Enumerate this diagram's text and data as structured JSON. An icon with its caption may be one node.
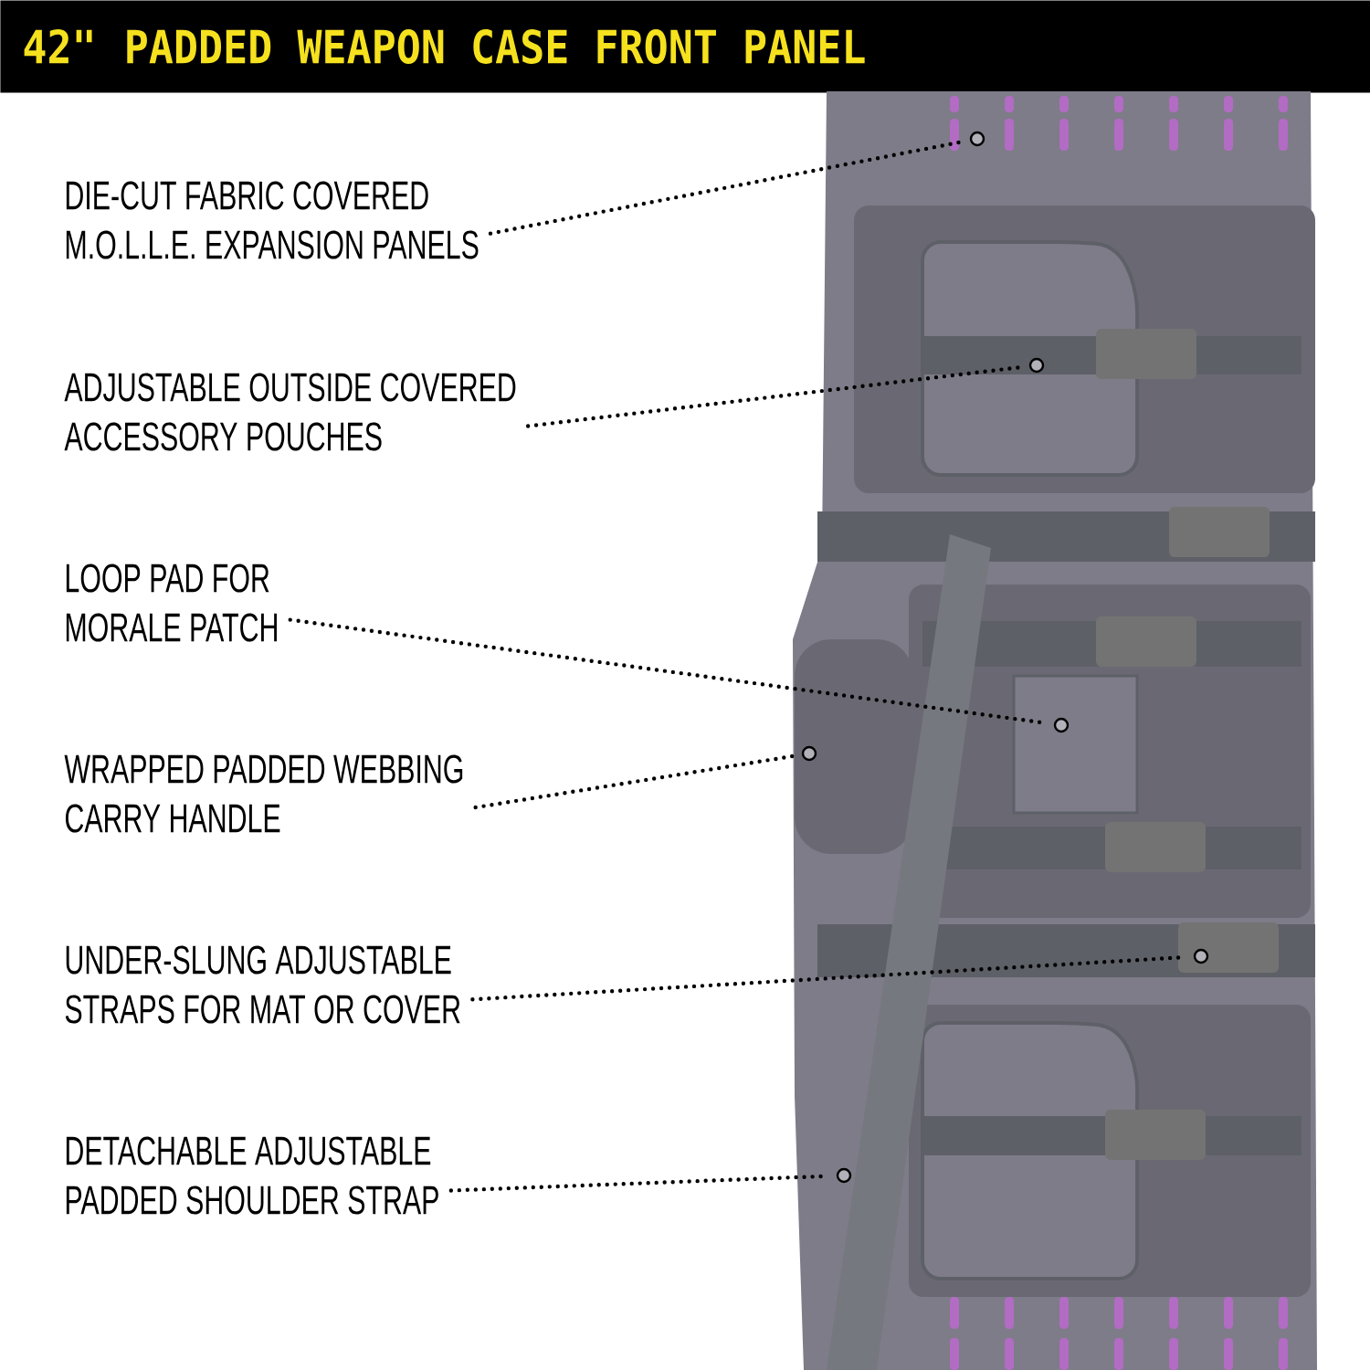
{
  "diagram": {
    "title": "42\" PADDED WEAPON CASE FRONT PANEL",
    "nodes": [
      {
        "text": [
          "DIE-CUT FABRIC COVERED M.O.L.L.E. EXPANSION PANELS"
        ]
      },
      {
        "text": [
          "ADJUSTABLE OUTSIDE COVERED ACCESSORY POUCHES"
        ]
      },
      {
        "text": [
          "LOOP PAD FOR MORALE PATCH"
        ]
      },
      {
        "text": [
          "WRAPPED PADDED WEBBING CARRY HANDLE"
        ]
      },
      {
        "text": [
          "UNDER-SLUNG ADJUSTABLE STRAPS FOR MAT OR COVER"
        ]
      },
      {
        "text": [
          "DETACHABLE ADJUSTABLE PADDED SHOULDER STRAP"
        ]
      },
      {
        "text": [],
        "shape": "circle"
      },
      {
        "text": [],
        "shape": "circle"
      },
      {
        "text": [],
        "shape": "circle"
      },
      {
        "text": [],
        "shape": "circle"
      },
      {
        "text": [],
        "shape": "circle"
      },
      {
        "text": [],
        "shape": "circle"
      }
    ],
    "edges": [
      {
        "from": 0,
        "to": 6,
        "arrow": "none"
      },
      {
        "from": 1,
        "to": 7,
        "arrow": "none"
      },
      {
        "from": 2,
        "to": 8,
        "arrow": "none"
      },
      {
        "from": 3,
        "to": 9,
        "arrow": "none"
      },
      {
        "from": 4,
        "to": 10,
        "arrow": "none"
      },
      {
        "from": 5,
        "to": 11,
        "arrow": "none"
      }
    ]
  }
}
